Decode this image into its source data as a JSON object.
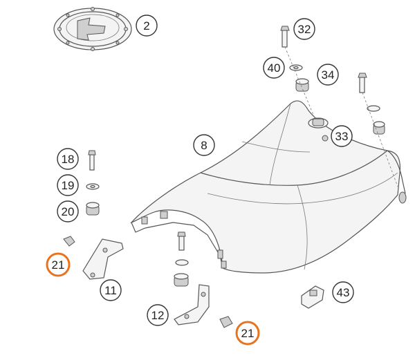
{
  "diagram": {
    "callouts": [
      {
        "id": "c2",
        "label": "2",
        "highlighted": false
      },
      {
        "id": "c32",
        "label": "32",
        "highlighted": false
      },
      {
        "id": "c40",
        "label": "40",
        "highlighted": false
      },
      {
        "id": "c34",
        "label": "34",
        "highlighted": false
      },
      {
        "id": "c33",
        "label": "33",
        "highlighted": false
      },
      {
        "id": "c8",
        "label": "8",
        "highlighted": false
      },
      {
        "id": "c18",
        "label": "18",
        "highlighted": false
      },
      {
        "id": "c19",
        "label": "19",
        "highlighted": false
      },
      {
        "id": "c20",
        "label": "20",
        "highlighted": false
      },
      {
        "id": "c21a",
        "label": "21",
        "highlighted": true
      },
      {
        "id": "c11",
        "label": "11",
        "highlighted": false
      },
      {
        "id": "c12",
        "label": "12",
        "highlighted": false
      },
      {
        "id": "c43",
        "label": "43",
        "highlighted": false
      },
      {
        "id": "c21b",
        "label": "21",
        "highlighted": true
      }
    ],
    "colors": {
      "highlight": "#e8731f",
      "outline": "#333333",
      "part_line": "#555555"
    }
  }
}
